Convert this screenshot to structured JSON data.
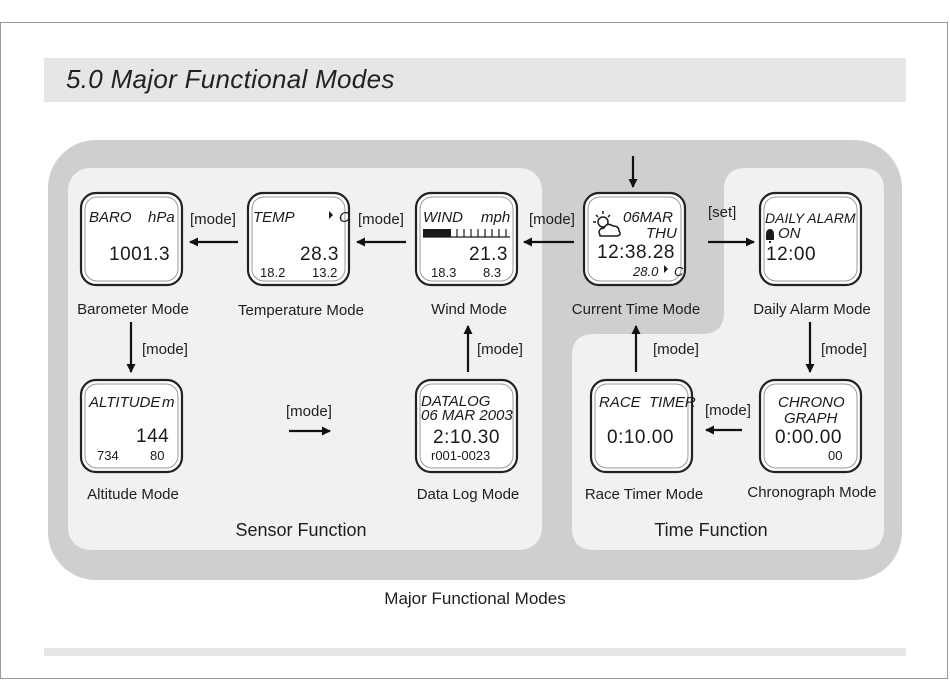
{
  "heading": "5.0   Major Functional Modes",
  "caption": "Major Functional Modes",
  "sections": {
    "sensor": "Sensor Function",
    "time": "Time Function"
  },
  "arrow_labels": {
    "mode": "[mode]",
    "set": "[set]"
  },
  "modes": {
    "barometer": {
      "label": "Barometer Mode",
      "d1": "BARO",
      "d2": "hPa",
      "d3": "1001.3"
    },
    "temperature": {
      "label": "Temperature Mode",
      "d1": "TEMP",
      "d2": "C",
      "d3": "28.3",
      "d4": "18.2",
      "d5": "13.2"
    },
    "wind": {
      "label": "Wind Mode",
      "d1": "WIND",
      "d2": "mph",
      "d3": "21.3",
      "d4": "18.3",
      "d5": "8.3"
    },
    "current_time": {
      "label": "Current Time Mode",
      "d1": "06MAR",
      "d2": "THU",
      "d3": "12:38.28",
      "d4": "28.0",
      "d5": "C"
    },
    "daily_alarm": {
      "label": "Daily Alarm Mode",
      "d1": "DAILY ALARM",
      "d2": "ON",
      "d3": "12:00"
    },
    "altitude": {
      "label": "Altitude Mode",
      "d1": "ALTITUDE",
      "d2": "m",
      "d3": "144",
      "d4": "734",
      "d5": "80"
    },
    "data_log": {
      "label": "Data Log Mode",
      "d1": "DATALOG",
      "d2": "06 MAR 2003",
      "d3": "2:10.30",
      "d4": "r001-0023"
    },
    "race_timer": {
      "label": "Race Timer Mode",
      "d1": "RACE  TIMER",
      "d3": "0:10.00"
    },
    "chronograph": {
      "label": "Chronograph Mode",
      "d1": "CHRONO",
      "d2": "GRAPH",
      "d3": "0:00.00",
      "d4": "00"
    }
  }
}
